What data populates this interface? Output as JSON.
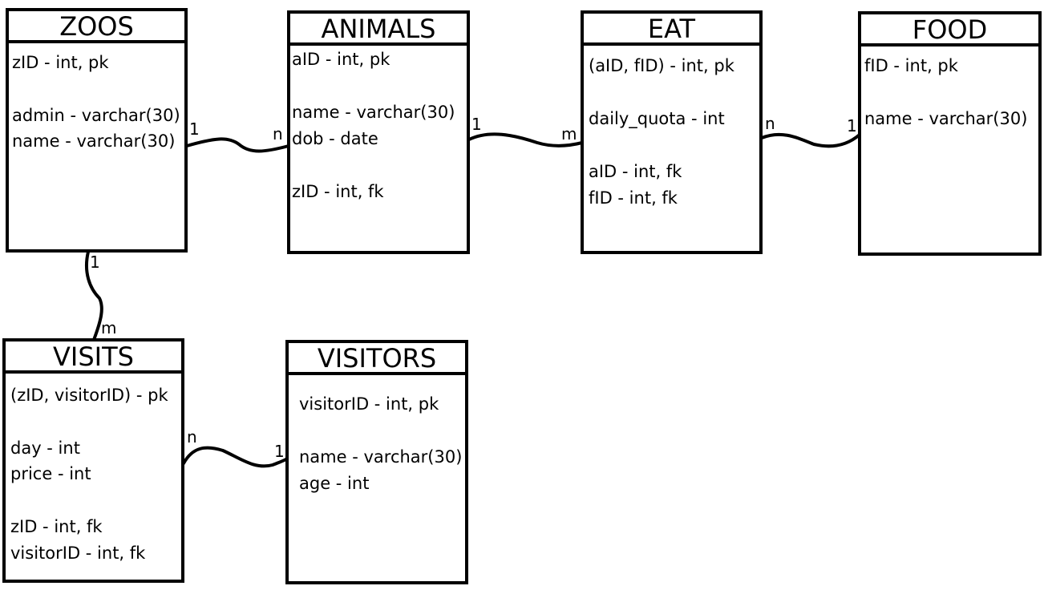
{
  "tables": {
    "zoos": {
      "title": "ZOOS",
      "fields": [
        "zID - int, pk",
        "admin - varchar(30)",
        "name - varchar(30)"
      ]
    },
    "animals": {
      "title": "ANIMALS",
      "fields": [
        "aID - int, pk",
        "name - varchar(30)",
        "dob - date",
        "zID - int, fk"
      ]
    },
    "eat": {
      "title": "EAT",
      "fields": [
        "(aID, fID) - int, pk",
        "daily_quota - int",
        "aID - int, fk",
        "fID - int, fk"
      ]
    },
    "food": {
      "title": "FOOD",
      "fields": [
        "fID - int, pk",
        "name - varchar(30)"
      ]
    },
    "visits": {
      "title": "VISITS",
      "fields": [
        "(zID, visitorID) - pk",
        "day - int",
        "price - int",
        "zID - int, fk",
        "visitorID - int, fk"
      ]
    },
    "visitors": {
      "title": "VISITORS",
      "fields": [
        "visitorID - int, pk",
        "name - varchar(30)",
        "age - int"
      ]
    }
  },
  "relationships": {
    "zoos_animals": {
      "from_card": "1",
      "to_card": "n"
    },
    "animals_eat": {
      "from_card": "1",
      "to_card": "m"
    },
    "eat_food": {
      "from_card": "n",
      "to_card": "1"
    },
    "zoos_visits": {
      "from_card": "1",
      "to_card": "m"
    },
    "visits_visitors": {
      "from_card": "n",
      "to_card": "1"
    }
  }
}
